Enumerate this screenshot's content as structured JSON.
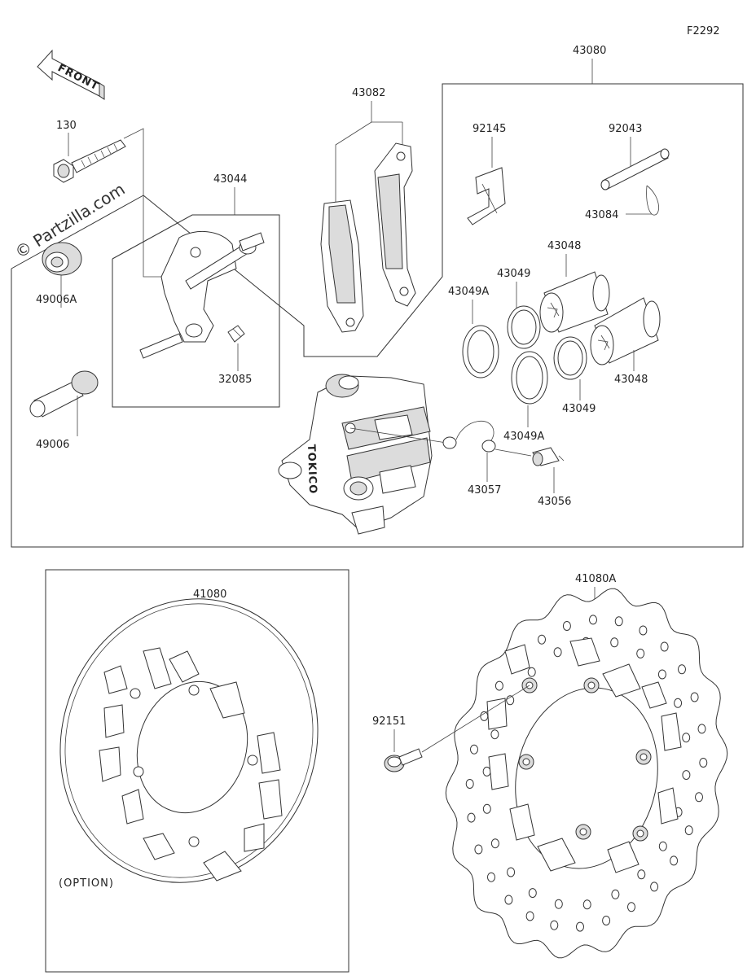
{
  "figure_code": "F2292",
  "front_label": "FRONT",
  "watermark": "© Partzilla.com",
  "option_label": "(OPTION)",
  "caliper_marking": "TOKICO",
  "colors": {
    "line": "#333333",
    "shade": "#dcdcdc",
    "background": "#ffffff"
  },
  "callouts": {
    "p130": "130",
    "p43080": "43080",
    "p43082": "43082",
    "p43044": "43044",
    "p92145": "92145",
    "p92043": "92043",
    "p43084": "43084",
    "p43048a": "43048",
    "p43048b": "43048",
    "p43049a": "43049",
    "p43049b": "43049",
    "p43049Aa": "43049A",
    "p43049Ab": "43049A",
    "p49006A": "49006A",
    "p49006": "49006",
    "p32085": "32085",
    "p43057": "43057",
    "p43056": "43056",
    "p41080": "41080",
    "p41080A": "41080A",
    "p92151": "92151"
  }
}
